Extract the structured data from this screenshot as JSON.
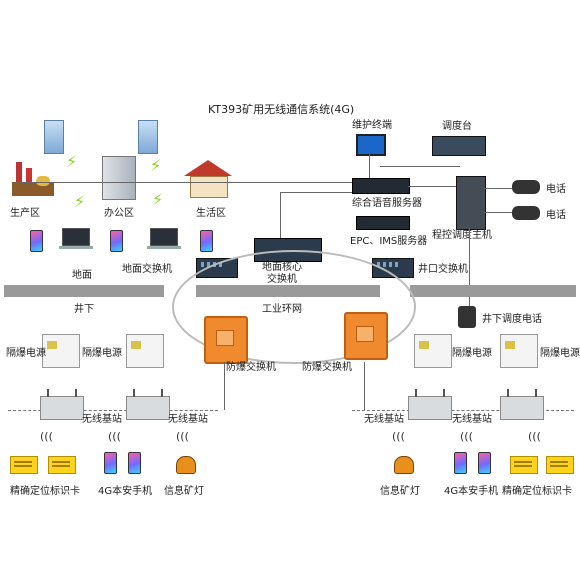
{
  "title": "KT393矿用无线通信系统(4G)",
  "labels": {
    "maintenance_terminal": "维护终端",
    "dispatch_desk": "调度台",
    "voice_server": "综合语音服务器",
    "epc_ims_server": "EPC、IMS服务器",
    "pbx_host": "程控调度主机",
    "phone_1": "电话",
    "phone_2": "电话",
    "production_area": "生产区",
    "office_area": "办公区",
    "living_area": "生活区",
    "surface": "地面",
    "surface_switch": "地面交换机",
    "surface_core_switch": "地面核心\n交换机",
    "shaft_switch": "井口交换机",
    "underground": "井下",
    "industrial_ring": "工业环网",
    "underground_dispatch_phone": "井下调度电话",
    "psu_1": "隔爆电源",
    "psu_2": "隔爆电源",
    "psu_3": "隔爆电源",
    "psu_4": "隔爆电源",
    "ex_switch_left": "防爆交换机",
    "ex_switch_right": "防爆交换机",
    "bs_1": "无线基站",
    "bs_2": "无线基站",
    "bs_3": "无线基站",
    "bs_4": "无线基站",
    "card_left": "精确定位标识卡",
    "phone_left": "4G本安手机",
    "lamp_left": "信息矿灯",
    "lamp_right": "信息矿灯",
    "phone_right": "4G本安手机",
    "card_right": "精确定位标识卡"
  },
  "icons": {
    "tower": "antenna-tower-icon",
    "building": "office-building-icon",
    "house": "house-icon",
    "factory": "factory-icon",
    "switch": "network-switch-icon",
    "base_station": "base-station-icon",
    "wifi": "wireless-signal-icon",
    "phone": "smartphone-icon",
    "lamp": "mining-lamp-icon",
    "card": "id-card-icon"
  },
  "colors": {
    "ex_switch": "#f08a2e",
    "band": "#9a9a9a",
    "card": "#ffd21f",
    "signal": "#8fd12a"
  }
}
